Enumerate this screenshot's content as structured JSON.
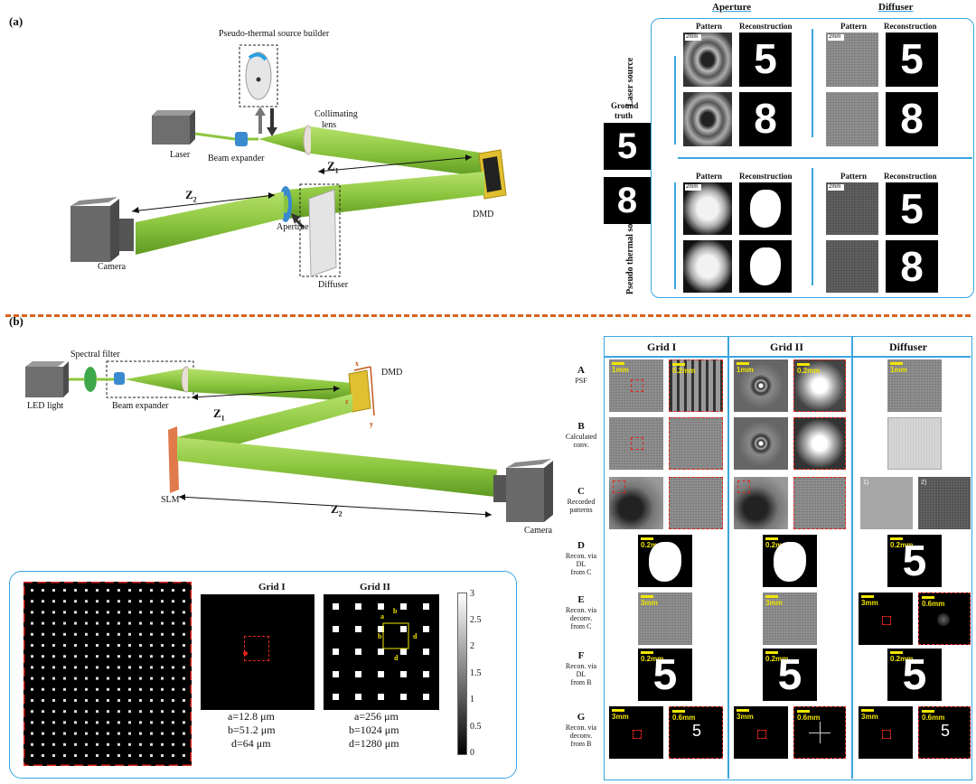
{
  "panel_a": {
    "label": "(a)",
    "setup": {
      "source_builder": "Pseudo-thermal source builder",
      "collimating_lens": [
        "Collimating",
        "lens"
      ],
      "laser": "Laser",
      "beam_expander": "Beam expander",
      "z1": "Z",
      "z1_sub": "1",
      "z2": "Z",
      "z2_sub": "2",
      "dmd": "DMD",
      "camera": "Camera",
      "aperture": "Apertrue",
      "diffuser": "Diffuser"
    },
    "results": {
      "aperture_header": "Aperture",
      "diffuser_header": "Diffuser",
      "pattern": "Pattern",
      "reconstruction": "Reconstruction",
      "ground_truth": [
        "Ground",
        "truth"
      ],
      "laser_source": "Laser source",
      "pseudo_source": "Pseudo thermal source",
      "scale": "2mm",
      "digits": [
        "5",
        "8"
      ]
    }
  },
  "panel_b": {
    "label": "(b)",
    "setup": {
      "spectral_filter": "Spectral filter",
      "led_light": "LED light",
      "beam_expander": "Beam expander",
      "z1": "Z",
      "z1_sub": "1",
      "z2": "Z",
      "z2_sub": "2",
      "dmd": "DMD",
      "axis_x": "x",
      "axis_y": "y",
      "axis_z": "z",
      "slm": "SLM",
      "camera": "Camera"
    },
    "grids": {
      "grid1_title": "Grid I",
      "grid2_title": "Grid II",
      "grid1_params": [
        "a=12.8 μm",
        "b=51.2 μm",
        "d=64 μm"
      ],
      "grid2_params": [
        "a=256 μm",
        "b=1024 μm",
        "d=1280 μm"
      ],
      "dim_labels": [
        "a",
        "b",
        "b",
        "d",
        "d"
      ],
      "colorbar_ticks": [
        "3",
        "2.5",
        "2",
        "1.5",
        "1",
        "0.5",
        "0"
      ]
    },
    "table": {
      "columns": [
        "Grid I",
        "Grid II",
        "Diffuser"
      ],
      "rows": [
        {
          "letter": "A",
          "desc": [
            "PSF"
          ]
        },
        {
          "letter": "B",
          "desc": [
            "Calculated",
            "conv."
          ]
        },
        {
          "letter": "C",
          "desc": [
            "Recorded",
            "patterns"
          ]
        },
        {
          "letter": "D",
          "desc": [
            "Recon. via",
            "DL",
            "from C"
          ]
        },
        {
          "letter": "E",
          "desc": [
            "Recon. via",
            "deconv.",
            "from C"
          ]
        },
        {
          "letter": "F",
          "desc": [
            "Recon. via",
            "DL",
            "from B"
          ]
        },
        {
          "letter": "G",
          "desc": [
            "Recon. via",
            "deconv.",
            "from B"
          ]
        }
      ],
      "scales": {
        "s1mm": "1mm",
        "s02mm": "0.2mm",
        "s3mm": "3mm",
        "s06mm": "0.6mm"
      },
      "sub1": "1)",
      "sub2": "2)",
      "digit": "5"
    }
  },
  "colors": {
    "accent_blue": "#3aa5e0",
    "divider_orange": "#d9621c",
    "beam_green": "#8cc63f",
    "red_dash": "#e0261c",
    "scale_yellow": "#f2e600"
  }
}
